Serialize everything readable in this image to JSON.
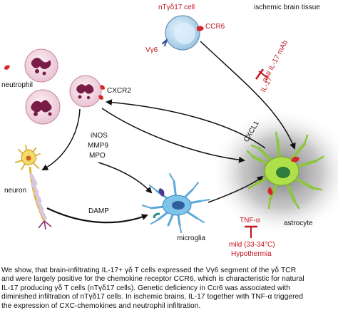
{
  "labels": {
    "region": "ischemic brain tissue",
    "tcell": "nTγδ17 cell",
    "ccr6": "CCR6",
    "vg6": "Vγ6",
    "anti_il17": "anti IL-17 mAb",
    "il17": "IL-17",
    "neutrophil": "neutrophil",
    "cxcr2": "CXCR2",
    "cxcl1": "CXCL1",
    "inos": "iNOS",
    "mmp9": "MMP9",
    "mpo": "MPO",
    "neuron": "neuron",
    "damp": "DAMP",
    "microglia": "microglia",
    "tnfa": "TNF-α",
    "hypo_temp": "mild (33-34°C)",
    "hypo_word": "Hypothermia",
    "astrocyte": "astrocyte"
  },
  "caption": {
    "line1": "We show, that brain-infiltrating IL-17+ γδ T cells expressed the Vγ6 segment of the γδ TCR",
    "line2": "and were largely positive for the chemokine receptor CCR6, which is characteristic for natural",
    "line3": "IL-17 producing γδ T cells (nTγδ17 cells). Genetic deficiency in Ccr6 was associated with",
    "line4": "diminished infiltration of nTγδ17 cells. In ischemic brains, IL-17 together with TNF-α triggered",
    "line5": "the expression of CXC-chemokines and neutrophil infiltration."
  },
  "colors": {
    "inhibitor_red": "#c0141c",
    "tcell_body": "#b9d8f0",
    "neutrophil_body": "#f6dde6",
    "neutrophil_nucleus": "#7a1c48",
    "astrocyte_green": "#aee04a",
    "microglia_blue": "#7ec3ea",
    "neuron_yellow": "#f2d96a",
    "receptor_red": "#d7262a"
  }
}
